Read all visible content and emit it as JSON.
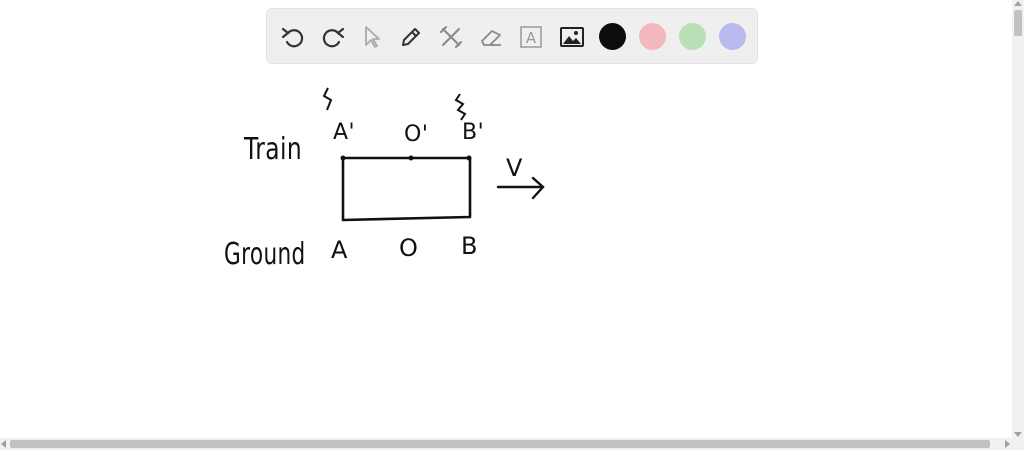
{
  "toolbar": {
    "tools": [
      {
        "name": "undo-icon"
      },
      {
        "name": "redo-icon"
      },
      {
        "name": "pointer-icon"
      },
      {
        "name": "pen-icon"
      },
      {
        "name": "tools-icon"
      },
      {
        "name": "eraser-icon"
      },
      {
        "name": "text-icon",
        "glyph": "A"
      },
      {
        "name": "image-icon"
      }
    ],
    "colors": [
      "#0d0d0d",
      "#f2b8bd",
      "#b9dfb4",
      "#b9b8ef"
    ]
  },
  "drawing": {
    "labels": {
      "train": "Train",
      "ground": "Ground",
      "a_prime": "A'",
      "o_prime": "O'",
      "b_prime": "B'",
      "a": "A",
      "o": "O",
      "b": "B",
      "velocity": "V"
    }
  }
}
